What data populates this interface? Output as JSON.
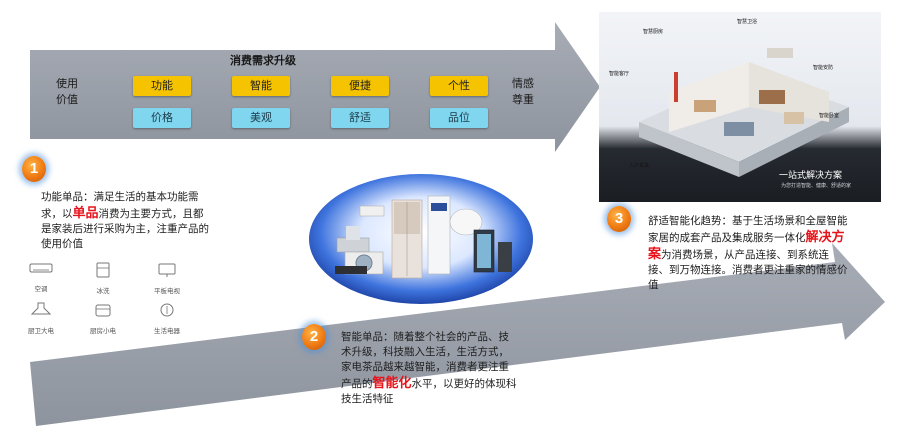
{
  "top_band": {
    "title": "消费需求升级",
    "left_label": "使用价值",
    "right_label": "情感尊重",
    "top_row": [
      "功能",
      "智能",
      "便捷",
      "个性"
    ],
    "bottom_row": [
      "价格",
      "美观",
      "舒适",
      "品位"
    ]
  },
  "stage1": {
    "number": "1",
    "text_before": "功能单品：满足生活的基本功能需求，以",
    "highlight": "单品",
    "text_after": "消费为主要方式，且都是家装后进行采购为主，注重产品的使用价值",
    "icons": [
      {
        "icon": "air-conditioner-icon",
        "label": "空调"
      },
      {
        "icon": "refrigerator-icon",
        "label": "冰洗"
      },
      {
        "icon": "flat-tv-icon",
        "label": "平板电视"
      },
      {
        "icon": "range-hood-icon",
        "label": "厨卫大电"
      },
      {
        "icon": "rice-cooker-icon",
        "label": "厨房小电"
      },
      {
        "icon": "living-appliance-icon",
        "label": "生活电器"
      }
    ]
  },
  "stage2": {
    "number": "2",
    "text_before": "智能单品：随着整个社会的产品、技术升级，科技融入生活，生活方式，家电茶品越来越智能，消费者更注重产品的",
    "highlight": "智能化",
    "text_after": "水平，以更好的体现科技生活特征"
  },
  "stage3": {
    "number": "3",
    "text_before": "舒适智能化趋势：基于生活场景和全屋智能家居的成套产品及集成服务一体化",
    "highlight": "解决方案",
    "text_after": "为消费场景，从产品连接、到系统连接、到万物连接。消费者更注重家的情感价值"
  },
  "house_image": {
    "caption": "一站式解决方案",
    "sub_caption": "为您打造智能、健康、舒适的家",
    "tags": [
      "智慧厨房",
      "智慧卫浴",
      "智能安防",
      "智能客厅",
      "智能卧室",
      "入户玄关"
    ]
  },
  "colors": {
    "arrow": "#9ba1ab",
    "yellow_box": "#f5c300",
    "cyan_box": "#7fd6ee",
    "badge": "#ef7a12",
    "highlight": "#e8131a",
    "ellipse": "#1b4fc4"
  }
}
